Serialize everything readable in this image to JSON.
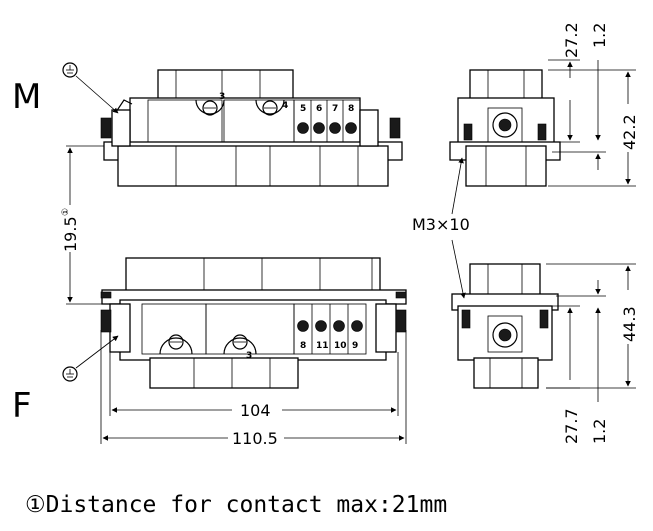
{
  "labels": {
    "male": "M",
    "female": "F",
    "screw": "M3×10"
  },
  "dimensions": {
    "d_27_2": "27.2",
    "d_1_2_top": "1.2",
    "d_42_2": "42.2",
    "d_19_5": "19.5",
    "d_44_3": "44.3",
    "d_27_7": "27.7",
    "d_1_2_bottom": "1.2",
    "d_104": "104",
    "d_110_5": "110.5"
  },
  "footnote_marker": "①",
  "contact_numbers_male": [
    "3",
    "4",
    "5",
    "6",
    "7",
    "8"
  ],
  "contact_numbers_female": [
    "8",
    "3",
    "11",
    "10",
    "9"
  ],
  "caption": "①Distance for contact max:21mm"
}
